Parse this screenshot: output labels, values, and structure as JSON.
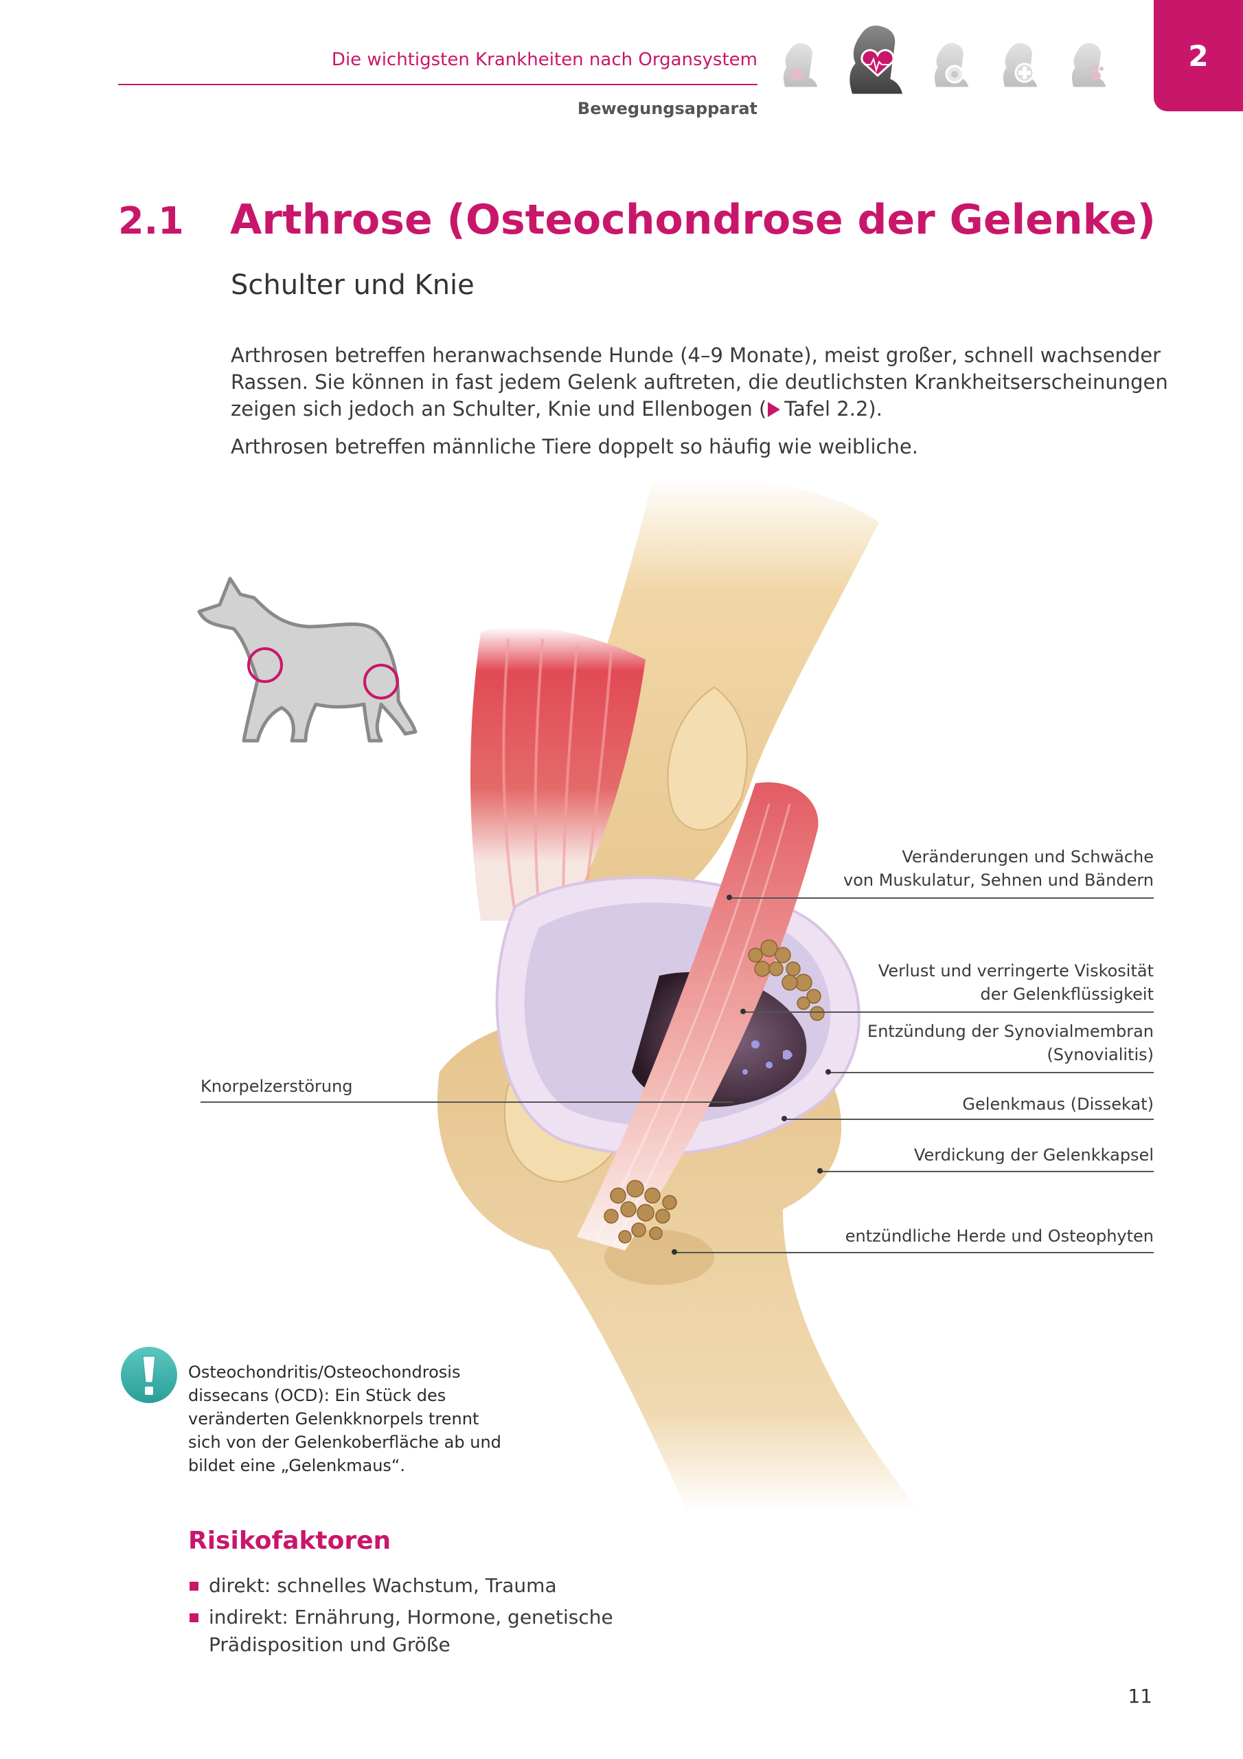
{
  "header": {
    "running_title": "Die wichtigsten Krankheiten nach Organsystem",
    "subsection": "Bewegungsapparat",
    "chapter_number": "2",
    "icons": [
      "dog-neutral-icon",
      "dog-heart-icon",
      "dog-virus-icon",
      "dog-cross-icon",
      "dog-paw-icon"
    ]
  },
  "section": {
    "number": "2.1",
    "title": "Arthrose (Osteochondrose der Gelenke)",
    "subtitle": "Schulter und Knie"
  },
  "intro": {
    "p1_before": "Arthrosen betreffen heranwachsende Hunde (4–9 Monate), meist großer, schnell wachsender Rassen. Sie können in fast jedem Gelenk auftreten, die deutlichsten Krankheitserscheinungen zeigen sich jedoch an Schulter, Knie und Ellenbogen (",
    "p1_ref": "Tafel 2.2",
    "p1_after": ").",
    "p2": "Arthrosen betreffen männliche Tiere doppelt so häufig wie weibliche."
  },
  "labels": {
    "left": "Knorpelzerstörung",
    "r1_line1": "Veränderungen und Schwäche",
    "r1_line2": "von Muskulatur, Sehnen und Bändern",
    "r2_line1": "Verlust und verringerte Viskosität",
    "r2_line2": "der Gelenkflüssigkeit",
    "r3_line1": "Entzündung der Synovialmembran",
    "r3_line2": "(Synovialitis)",
    "r4": "Gelenkmaus (Dissekat)",
    "r5": "Verdickung der Gelenkkapsel",
    "r6": "entzündliche Herde und Osteophyten"
  },
  "info": {
    "icon": "exclamation-icon",
    "text": "Osteochondritis/Osteochondrosis dissecans (OCD): Ein Stück des veränderten Gelenkknorpels trennt sich von der Gelenkoberfläche ab und bildet eine „Gelenkmaus“."
  },
  "risk": {
    "heading": "Risikofaktoren",
    "items": [
      "direkt: schnelles Wachstum, Trauma",
      "indirekt: Ernährung, Hormone, genetische Prädisposition und Größe"
    ]
  },
  "page_number": "11",
  "colors": {
    "accent": "#c8176b",
    "bone": "#ecd3a0",
    "muscle": "#e0505a",
    "capsule": "#e9dcef",
    "info_teal": "#39b3ad"
  }
}
